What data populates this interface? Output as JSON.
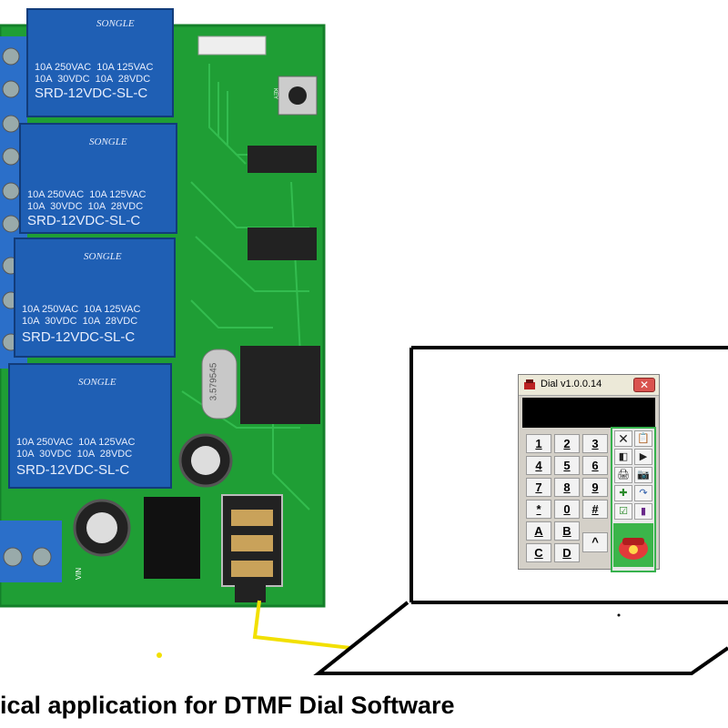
{
  "relays": [
    {
      "brand": "SONGLE",
      "rating1": "10A 250VAC  10A 125VAC",
      "rating2": "10A  30VDC  10A  28VDC",
      "model": "SRD-12VDC-SL-C"
    },
    {
      "brand": "SONGLE",
      "rating1": "10A 250VAC  10A 125VAC",
      "rating2": "10A  30VDC  10A  28VDC",
      "model": "SRD-12VDC-SL-C"
    },
    {
      "brand": "SONGLE",
      "rating1": "10A 250VAC  10A 125VAC",
      "rating2": "10A  30VDC  10A  28VDC",
      "model": "SRD-12VDC-SL-C"
    },
    {
      "brand": "SONGLE",
      "rating1": "10A 250VAC  10A 125VAC",
      "rating2": "10A  30VDC  10A  28VDC",
      "model": "SRD-12VDC-SL-C"
    }
  ],
  "pcb_labels": {
    "key": "KEY",
    "crystal": "3.579545",
    "vin": "VIN"
  },
  "dial_window": {
    "title": "Dial v1.0.0.14",
    "close_symbol": "✕",
    "keys": [
      "1",
      "2",
      "3",
      "4",
      "5",
      "6",
      "7",
      "8",
      "9",
      "*",
      "0",
      "#",
      "A",
      "B",
      "^",
      "C",
      "D"
    ],
    "tools": [
      "✕",
      "📋",
      "◧",
      "▶",
      "🖨",
      "📷",
      "✚",
      "↷",
      "☑",
      "▮"
    ]
  },
  "caption": "ical application for DTMF Dial Software",
  "colors": {
    "relay_blue": "#1f5fb4",
    "pcb_green": "#22a83a",
    "terminal_blue": "#2b6fc9",
    "cable_yellow": "#f2e000",
    "dial_border_green": "#37b24d"
  }
}
